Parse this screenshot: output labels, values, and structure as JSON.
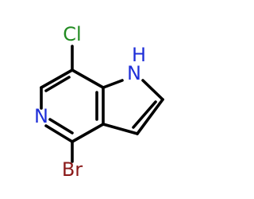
{
  "molecule": {
    "atoms": {
      "chlorine": "Cl",
      "bromine": "Br",
      "pyridine_nitrogen": "N",
      "pyrrole_nh": "H",
      "pyrrole_n": "N"
    },
    "colors": {
      "bond": "#000000",
      "chlorine": "#228B22",
      "bromine": "#8B1A1A",
      "nitrogen": "#1F2FD8"
    }
  }
}
